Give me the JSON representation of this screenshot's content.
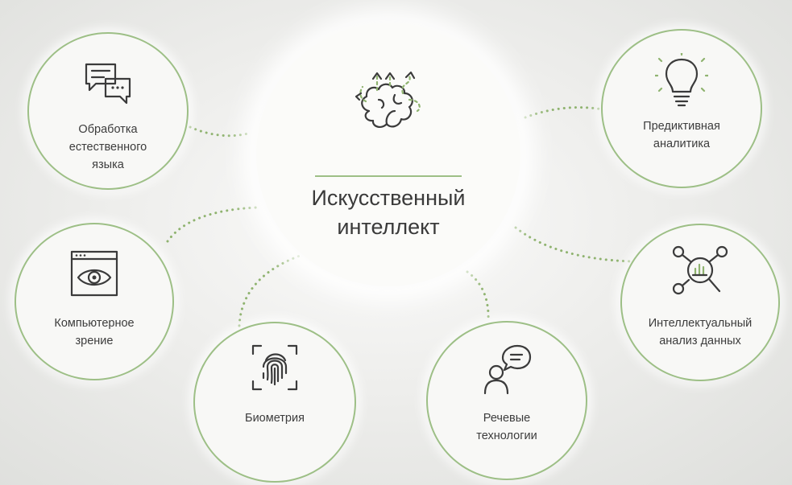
{
  "center": {
    "title": "Искусственный\nинтеллект",
    "icon": "brain-icon"
  },
  "nodes": [
    {
      "id": "nlp",
      "label": "Обработка\nестественного\nязыка",
      "icon": "chat-bubbles-icon"
    },
    {
      "id": "cv",
      "label": "Компьютерное\nзрение",
      "icon": "eye-window-icon"
    },
    {
      "id": "bio",
      "label": "Биометрия",
      "icon": "fingerprint-icon"
    },
    {
      "id": "speech",
      "label": "Речевые\nтехнологии",
      "icon": "speaker-bubble-icon"
    },
    {
      "id": "analytics",
      "label": "Интеллектуальный\nанализ данных",
      "icon": "magnifier-chart-icon"
    },
    {
      "id": "predict",
      "label": "Предиктивная\nаналитика",
      "icon": "lightbulb-icon"
    }
  ],
  "colors": {
    "accent": "#9dbf86",
    "connector": "#8fb36f",
    "text": "#3a3a3a"
  }
}
